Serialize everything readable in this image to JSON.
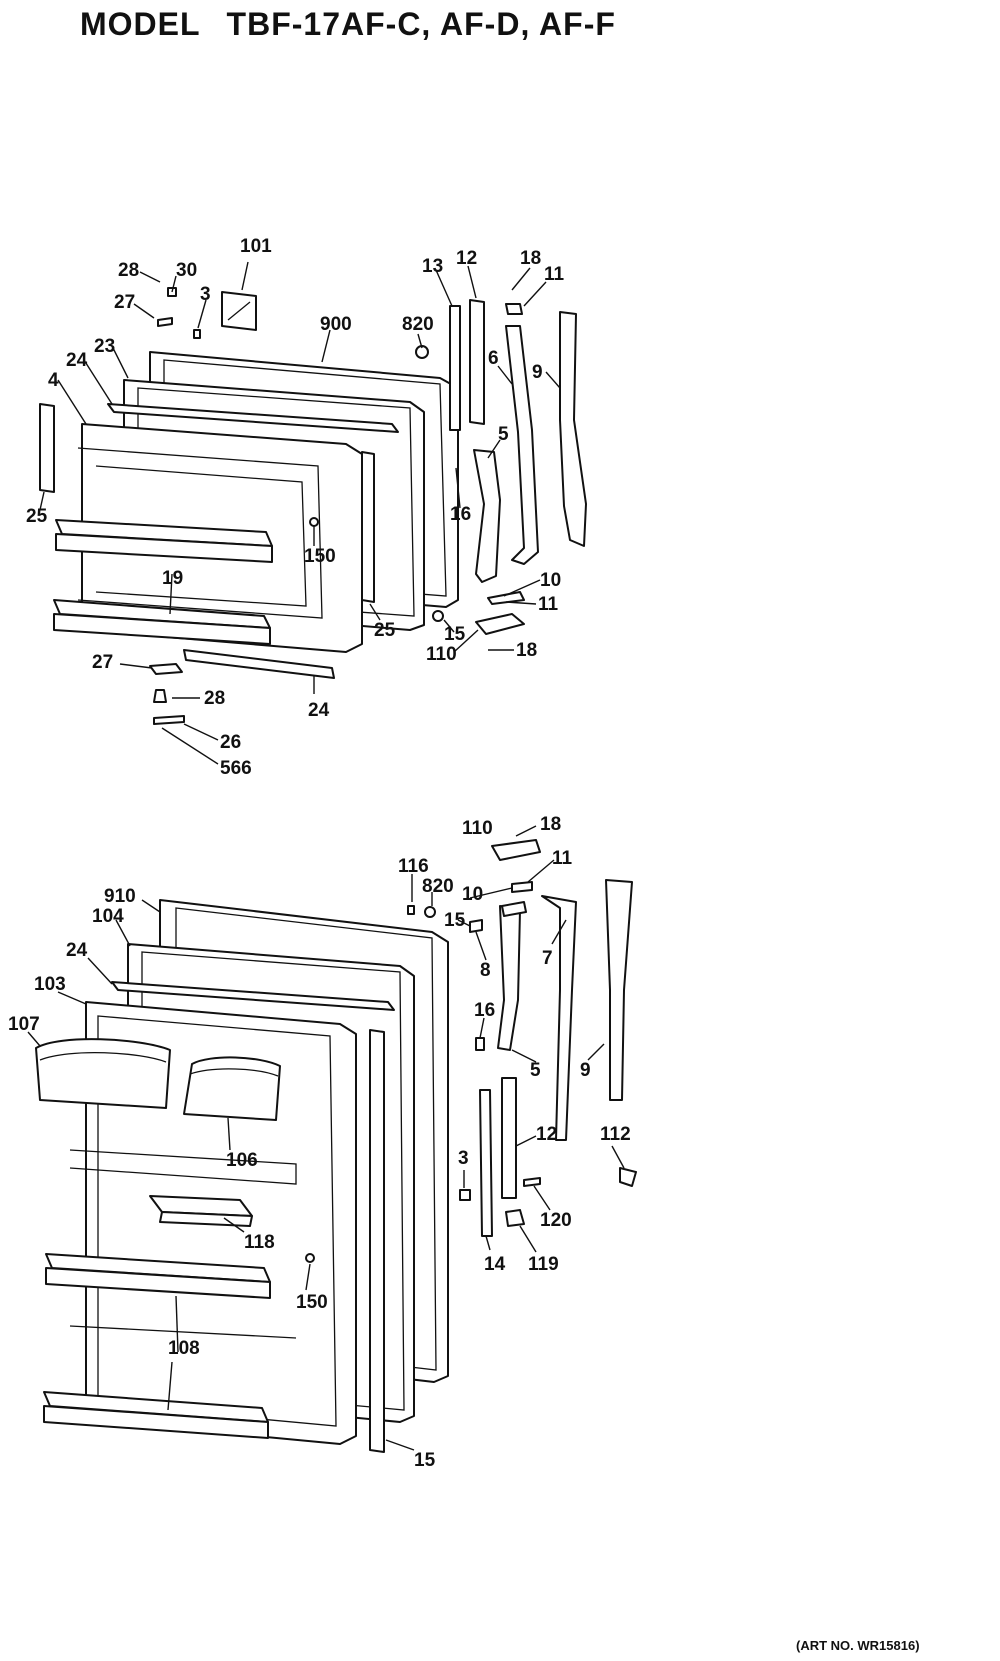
{
  "title": {
    "model_label": "MODEL",
    "model_numbers": "TBF-17AF-C, AF-D, AF-F"
  },
  "art_number": "(ART NO. WR15816)",
  "freezer_door_labels": [
    "101",
    "28",
    "30",
    "27",
    "3",
    "900",
    "820",
    "13",
    "12",
    "18",
    "11",
    "9",
    "6",
    "5",
    "16",
    "23",
    "24",
    "4",
    "25",
    "150",
    "19",
    "25",
    "10",
    "11",
    "15",
    "110",
    "18",
    "27",
    "28",
    "24",
    "26",
    "566"
  ],
  "fresh_food_door_labels": [
    "110",
    "18",
    "11",
    "116",
    "820",
    "910",
    "104",
    "10",
    "15",
    "8",
    "7",
    "24",
    "103",
    "107",
    "16",
    "5",
    "9",
    "106",
    "12",
    "112",
    "3",
    "118",
    "120",
    "119",
    "14",
    "150",
    "108",
    "15"
  ]
}
